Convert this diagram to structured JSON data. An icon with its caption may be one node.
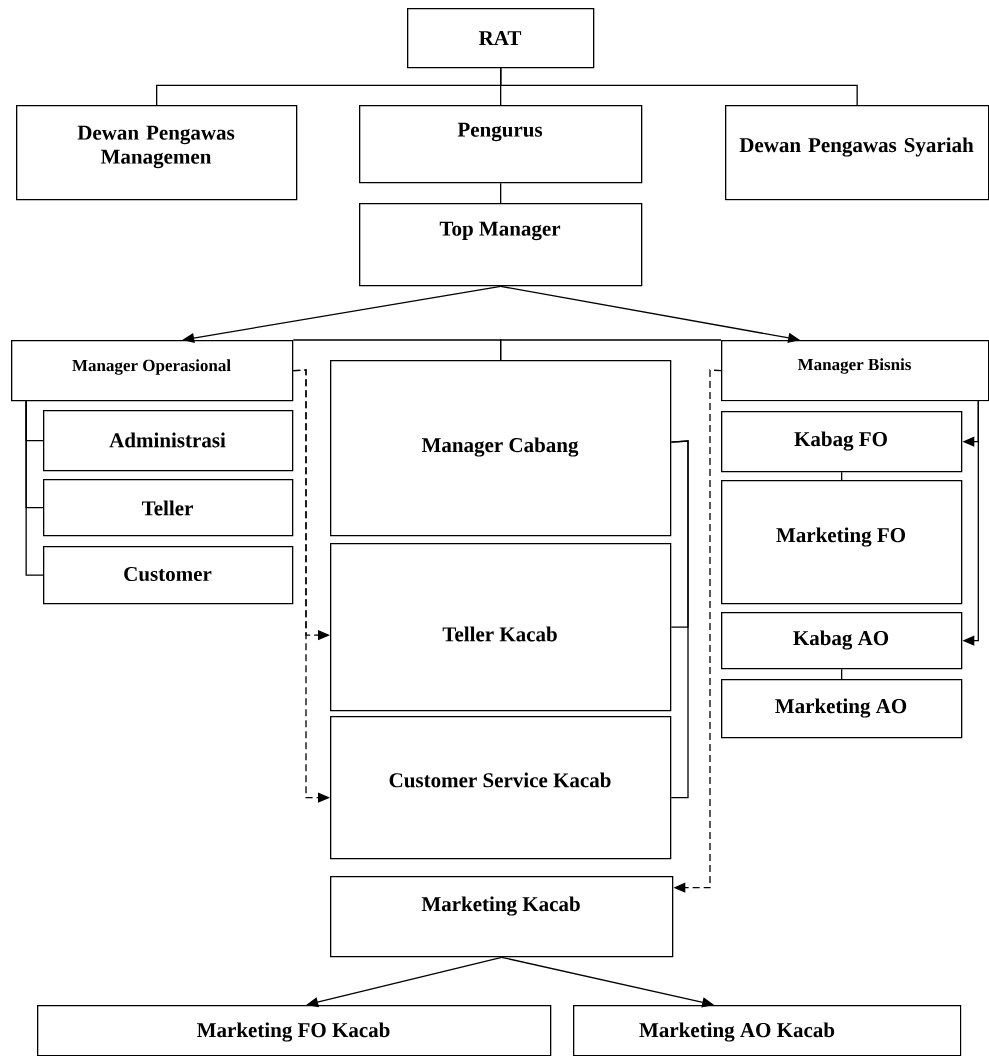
{
  "diagram": {
    "nodes": [
      {
        "text": [
          "RAT"
        ]
      },
      {
        "text": [
          "Dewan Pengawas Managemen"
        ]
      },
      {
        "text": [
          "Pengurus"
        ]
      },
      {
        "text": [
          "Dewan Pengawas Syariah"
        ]
      },
      {
        "text": [
          "Top Manager"
        ]
      },
      {
        "text": [
          "Manager Operasional"
        ]
      },
      {
        "text": [
          "Administrasi"
        ]
      },
      {
        "text": [
          "Teller"
        ]
      },
      {
        "text": [
          "Customer"
        ]
      },
      {
        "text": [
          "Manager Cabang"
        ]
      },
      {
        "text": [
          "Teller Kacab"
        ]
      },
      {
        "text": [
          "Customer Service Kacab"
        ]
      },
      {
        "text": [
          "Manager Bisnis"
        ]
      },
      {
        "text": [
          "Kabag FO"
        ]
      },
      {
        "text": [
          "Marketing FO"
        ]
      },
      {
        "text": [
          "Kabag AO"
        ]
      },
      {
        "text": [
          "Marketing AO"
        ]
      },
      {
        "text": [
          "Marketing Kacab"
        ]
      },
      {
        "text": [
          "Marketing FO Kacab"
        ]
      },
      {
        "text": [
          "Marketing AO Kacab"
        ]
      }
    ],
    "edges": [
      {
        "from": 0,
        "to": 1,
        "arrow": "none"
      },
      {
        "from": 0,
        "to": 2,
        "arrow": "none"
      },
      {
        "from": 0,
        "to": 3,
        "arrow": "none"
      },
      {
        "from": 2,
        "to": 4,
        "arrow": "none"
      },
      {
        "from": 4,
        "to": 5,
        "arrow": "to"
      },
      {
        "from": 4,
        "to": 12,
        "arrow": "to"
      },
      {
        "from": 5,
        "to": 9,
        "arrow": "none"
      },
      {
        "from": 12,
        "to": 9,
        "arrow": "none"
      },
      {
        "from": 5,
        "to": 6,
        "arrow": "none"
      },
      {
        "from": 5,
        "to": 7,
        "arrow": "none"
      },
      {
        "from": 5,
        "to": 8,
        "arrow": "none"
      },
      {
        "from": 5,
        "to": 10,
        "arrow": "to",
        "style": "dashed"
      },
      {
        "from": 5,
        "to": 11,
        "arrow": "to",
        "style": "dashed"
      },
      {
        "from": 9,
        "to": 10,
        "arrow": "none"
      },
      {
        "from": 9,
        "to": 11,
        "arrow": "none"
      },
      {
        "from": 12,
        "to": 17,
        "arrow": "to",
        "style": "dashed"
      },
      {
        "from": 12,
        "to": 13,
        "arrow": "to"
      },
      {
        "from": 12,
        "to": 15,
        "arrow": "to"
      },
      {
        "from": 13,
        "to": 14,
        "arrow": "none"
      },
      {
        "from": 15,
        "to": 16,
        "arrow": "none"
      },
      {
        "from": 17,
        "to": 18,
        "arrow": "to"
      },
      {
        "from": 17,
        "to": 19,
        "arrow": "to"
      }
    ]
  }
}
